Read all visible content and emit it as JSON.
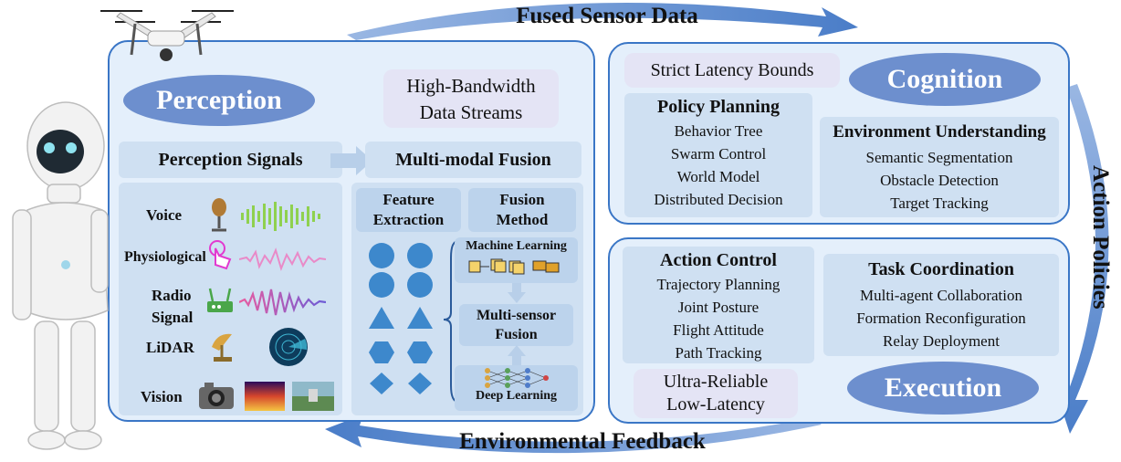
{
  "top_arrow_label": "Fused Sensor Data",
  "bottom_arrow_label": "Environmental Feedback",
  "right_arrow_label": "Action Policies",
  "perception": {
    "title": "Perception",
    "bandwidth_line1": "High-Bandwidth",
    "bandwidth_line2": "Data Streams",
    "signals_header": "Perception Signals",
    "fusion_header": "Multi-modal Fusion",
    "sensors": [
      "Voice",
      "Physiological",
      "Radio Signal",
      "LiDAR",
      "Vision"
    ],
    "radio_line1": "Radio",
    "radio_line2": "Signal",
    "feature_extraction_line1": "Feature",
    "feature_extraction_line2": "Extraction",
    "fusion_method_line1": "Fusion",
    "fusion_method_line2": "Method",
    "machine_learning": "Machine Learning",
    "multisensor_line1": "Multi-sensor",
    "multisensor_line2": "Fusion",
    "deep_learning": "Deep Learning"
  },
  "cognition": {
    "title": "Cognition",
    "latency": "Strict Latency Bounds",
    "policy_title": "Policy Planning",
    "policy_items": [
      "Behavior Tree",
      "Swarm Control",
      "World Model",
      "Distributed Decision"
    ],
    "env_title": "Environment Understanding",
    "env_items": [
      "Semantic Segmentation",
      "Obstacle Detection",
      "Target Tracking"
    ]
  },
  "execution": {
    "title": "Execution",
    "action_title": "Action Control",
    "action_items": [
      "Trajectory Planning",
      "Joint Posture",
      "Flight Attitude",
      "Path Tracking"
    ],
    "task_title": "Task Coordination",
    "task_items": [
      "Multi-agent Collaboration",
      "Formation Reconfiguration",
      "Relay Deployment"
    ],
    "urllc_line1": "Ultra-Reliable",
    "urllc_line2": "Low-Latency"
  },
  "colors": {
    "panel_border": "#3a76c6",
    "panel_fill": "#e4effb",
    "oval": "#6d8fce",
    "shape": "#3d88cc",
    "arrow": "#4a7dc8"
  }
}
